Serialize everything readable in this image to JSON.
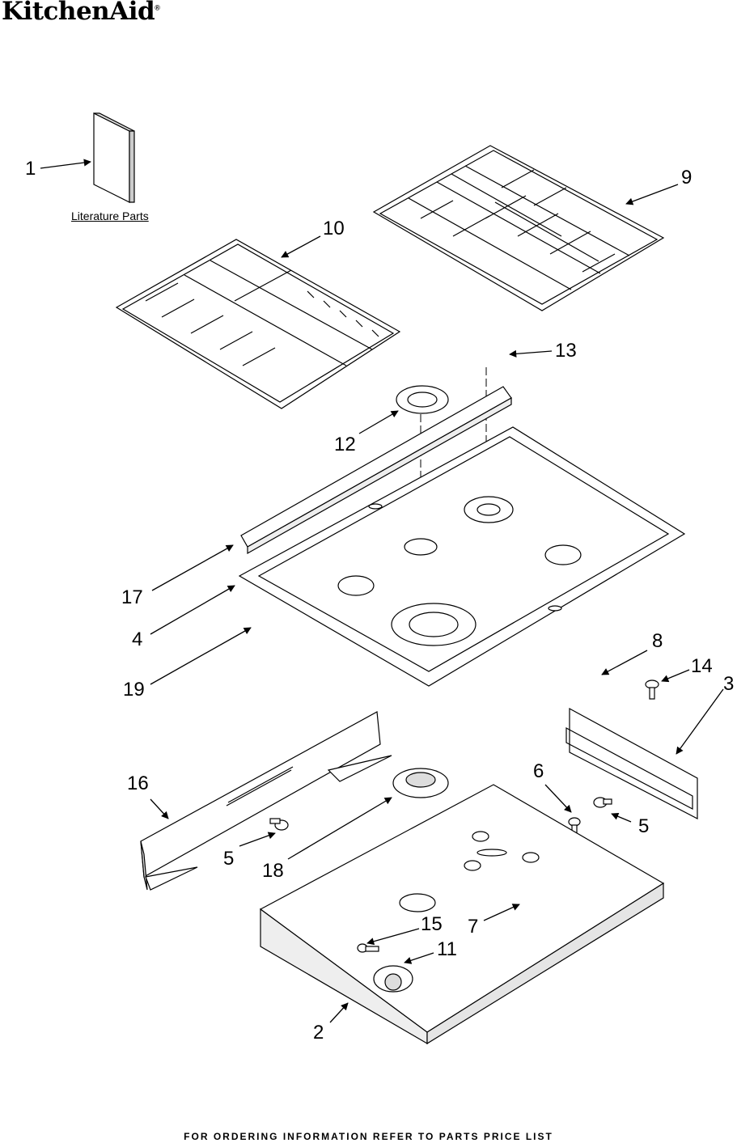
{
  "brand": "KitchenAid",
  "brand_mark": "®",
  "literature_label": "Literature Parts",
  "footer": "FOR ORDERING INFORMATION REFER TO PARTS PRICE LIST",
  "callouts": {
    "c1": "1",
    "c2": "2",
    "c3": "3",
    "c4": "4",
    "c5a": "5",
    "c5b": "5",
    "c6": "6",
    "c7": "7",
    "c8": "8",
    "c9": "9",
    "c10": "10",
    "c11": "11",
    "c12": "12",
    "c13": "13",
    "c14": "14",
    "c15": "15",
    "c16": "16",
    "c17": "17",
    "c18": "18",
    "c19": "19"
  }
}
